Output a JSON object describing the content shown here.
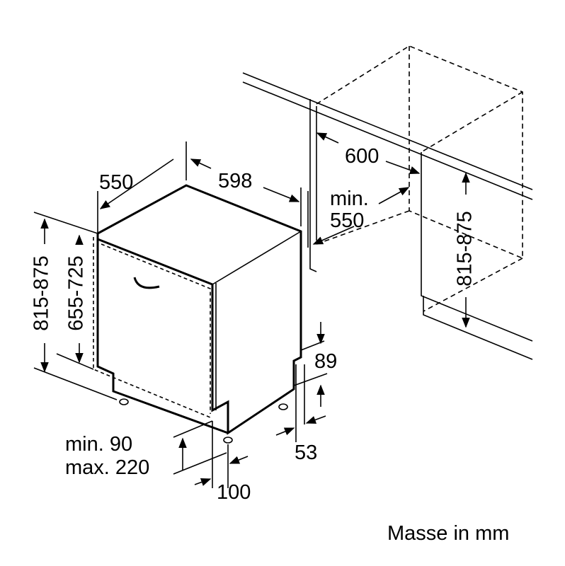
{
  "labels": {
    "depth_550": "550",
    "width_598": "598",
    "niche_width_600": "600",
    "niche_depth_min": "min.",
    "niche_depth_550": "550",
    "niche_height": "815-875",
    "appliance_height": "815-875",
    "door_height": "655-725",
    "plinth_89": "89",
    "offset_53": "53",
    "plinth_min": "min. 90",
    "plinth_max": "max. 220",
    "offset_100": "100",
    "units_note": "Masse in mm"
  }
}
